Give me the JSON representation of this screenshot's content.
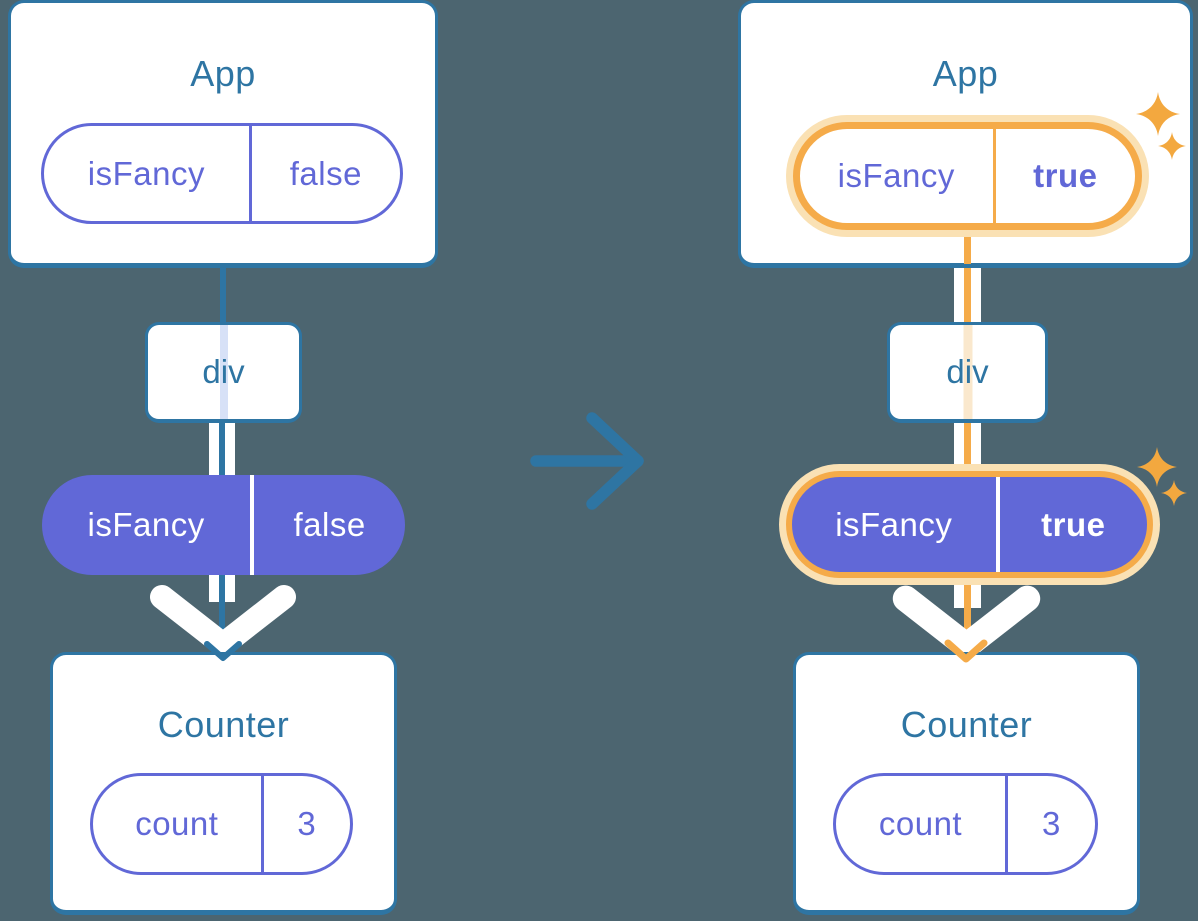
{
  "colors": {
    "background": "#4c6570",
    "blue_accent": "#2e75a3",
    "purple": "#6168d7",
    "highlight_orange": "#f5ab49",
    "highlight_glow": "#fae1b4",
    "text_on_purple": "#ffffff"
  },
  "transition": {
    "icon": "right-arrow"
  },
  "diagrams": [
    {
      "id": "before",
      "app": {
        "title": "App",
        "prop_name": "isFancy",
        "prop_value": "false"
      },
      "div": {
        "label": "div"
      },
      "passed_prop": {
        "name": "isFancy",
        "value": "false"
      },
      "counter": {
        "title": "Counter",
        "state_name": "count",
        "state_value": "3"
      }
    },
    {
      "id": "after",
      "highlighted": true,
      "sparkle_icon": "sparkle",
      "app": {
        "title": "App",
        "prop_name": "isFancy",
        "prop_value": "true"
      },
      "div": {
        "label": "div"
      },
      "passed_prop": {
        "name": "isFancy",
        "value": "true"
      },
      "counter": {
        "title": "Counter",
        "state_name": "count",
        "state_value": "3"
      }
    }
  ]
}
